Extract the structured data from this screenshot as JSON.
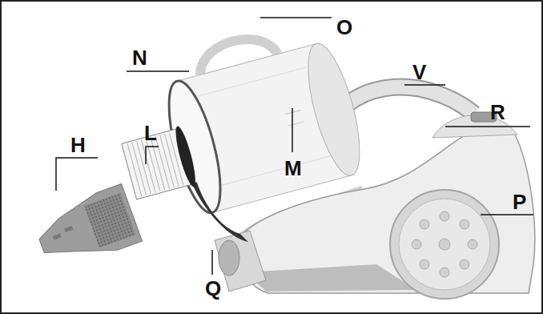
{
  "diagram": {
    "labels": [
      "O",
      "N",
      "V",
      "L",
      "R",
      "H",
      "M",
      "P",
      "Q"
    ]
  }
}
